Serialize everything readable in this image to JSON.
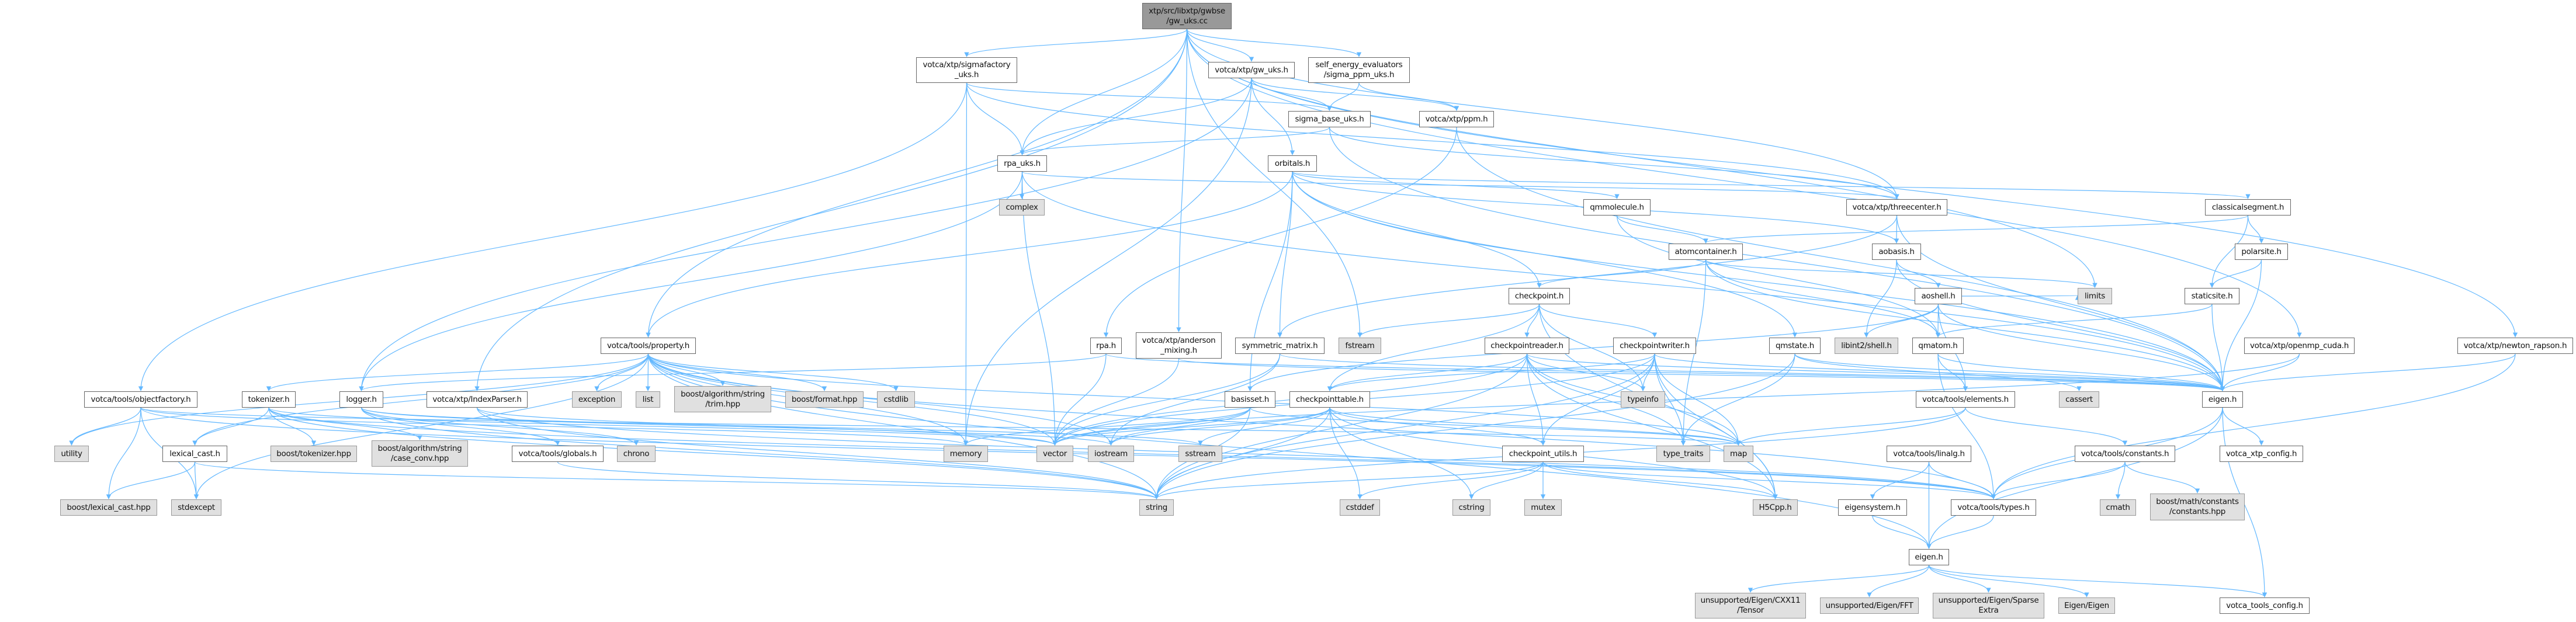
{
  "graph": {
    "edge_color": "#63b8ff",
    "root_fill": "#999999",
    "external_fill": "#e0e0e0",
    "nodes": [
      {
        "id": "root",
        "label": "xtp/src/libxtp/gwbse\n/gw_uks.cc",
        "kind": "root"
      },
      {
        "id": "sigmafactory",
        "label": "votca/xtp/sigmafactory\n_uks.h",
        "kind": "file"
      },
      {
        "id": "gw_uks_h",
        "label": "votca/xtp/gw_uks.h",
        "kind": "file"
      },
      {
        "id": "self_energy",
        "label": "self_energy_evaluators\n/sigma_ppm_uks.h",
        "kind": "file"
      },
      {
        "id": "sigma_base",
        "label": "sigma_base_uks.h",
        "kind": "file"
      },
      {
        "id": "ppm",
        "label": "votca/xtp/ppm.h",
        "kind": "file"
      },
      {
        "id": "rpa_uks",
        "label": "rpa_uks.h",
        "kind": "file"
      },
      {
        "id": "orbitals",
        "label": "orbitals.h",
        "kind": "file"
      },
      {
        "id": "complex",
        "label": "complex",
        "kind": "external"
      },
      {
        "id": "qmmolecule",
        "label": "qmmolecule.h",
        "kind": "file"
      },
      {
        "id": "threecenter",
        "label": "votca/xtp/threecenter.h",
        "kind": "file"
      },
      {
        "id": "classicalsegment",
        "label": "classicalsegment.h",
        "kind": "file"
      },
      {
        "id": "atomcontainer",
        "label": "atomcontainer.h",
        "kind": "file"
      },
      {
        "id": "aobasis",
        "label": "aobasis.h",
        "kind": "file"
      },
      {
        "id": "polarsite",
        "label": "polarsite.h",
        "kind": "file"
      },
      {
        "id": "checkpoint",
        "label": "checkpoint.h",
        "kind": "file"
      },
      {
        "id": "aoshell",
        "label": "aoshell.h",
        "kind": "file"
      },
      {
        "id": "limits",
        "label": "limits",
        "kind": "external"
      },
      {
        "id": "staticsite",
        "label": "staticsite.h",
        "kind": "file"
      },
      {
        "id": "property",
        "label": "votca/tools/property.h",
        "kind": "file"
      },
      {
        "id": "rpa",
        "label": "rpa.h",
        "kind": "file"
      },
      {
        "id": "anderson",
        "label": "votca/xtp/anderson\n_mixing.h",
        "kind": "file"
      },
      {
        "id": "symmetric_matrix",
        "label": "symmetric_matrix.h",
        "kind": "file"
      },
      {
        "id": "fstream",
        "label": "fstream",
        "kind": "external"
      },
      {
        "id": "checkpointreader",
        "label": "checkpointreader.h",
        "kind": "file"
      },
      {
        "id": "checkpointwriter",
        "label": "checkpointwriter.h",
        "kind": "file"
      },
      {
        "id": "qmstate",
        "label": "qmstate.h",
        "kind": "file"
      },
      {
        "id": "libint2",
        "label": "libint2/shell.h",
        "kind": "external"
      },
      {
        "id": "qmatom",
        "label": "qmatom.h",
        "kind": "file"
      },
      {
        "id": "openmp",
        "label": "votca/xtp/openmp_cuda.h",
        "kind": "file"
      },
      {
        "id": "newton",
        "label": "votca/xtp/newton_rapson.h",
        "kind": "file"
      },
      {
        "id": "objectfactory",
        "label": "votca/tools/objectfactory.h",
        "kind": "file"
      },
      {
        "id": "tokenizer",
        "label": "tokenizer.h",
        "kind": "file"
      },
      {
        "id": "logger",
        "label": "logger.h",
        "kind": "file"
      },
      {
        "id": "indexparser",
        "label": "votca/xtp/IndexParser.h",
        "kind": "file"
      },
      {
        "id": "exception",
        "label": "exception",
        "kind": "external"
      },
      {
        "id": "list",
        "label": "list",
        "kind": "external"
      },
      {
        "id": "trim",
        "label": "boost/algorithm/string\n/trim.hpp",
        "kind": "external"
      },
      {
        "id": "format",
        "label": "boost/format.hpp",
        "kind": "external"
      },
      {
        "id": "cstdlib",
        "label": "cstdlib",
        "kind": "external"
      },
      {
        "id": "basisset",
        "label": "basisset.h",
        "kind": "file"
      },
      {
        "id": "checkpointtable",
        "label": "checkpointtable.h",
        "kind": "file"
      },
      {
        "id": "typeinfo",
        "label": "typeinfo",
        "kind": "external"
      },
      {
        "id": "elements",
        "label": "votca/tools/elements.h",
        "kind": "file"
      },
      {
        "id": "cassert",
        "label": "cassert",
        "kind": "external"
      },
      {
        "id": "xtp_eigen",
        "label": "eigen.h",
        "kind": "file"
      },
      {
        "id": "utility",
        "label": "utility",
        "kind": "external"
      },
      {
        "id": "lexical_cast",
        "label": "lexical_cast.h",
        "kind": "file"
      },
      {
        "id": "boost_tokenizer",
        "label": "boost/tokenizer.hpp",
        "kind": "external"
      },
      {
        "id": "case_conv",
        "label": "boost/algorithm/string\n/case_conv.hpp",
        "kind": "external"
      },
      {
        "id": "globals",
        "label": "votca/tools/globals.h",
        "kind": "file"
      },
      {
        "id": "chrono",
        "label": "chrono",
        "kind": "external"
      },
      {
        "id": "memory",
        "label": "memory",
        "kind": "external"
      },
      {
        "id": "vector",
        "label": "vector",
        "kind": "external"
      },
      {
        "id": "iostream",
        "label": "iostream",
        "kind": "external"
      },
      {
        "id": "sstream",
        "label": "sstream",
        "kind": "external"
      },
      {
        "id": "checkpoint_utils",
        "label": "checkpoint_utils.h",
        "kind": "file"
      },
      {
        "id": "type_traits",
        "label": "type_traits",
        "kind": "external"
      },
      {
        "id": "map",
        "label": "map",
        "kind": "external"
      },
      {
        "id": "linalg",
        "label": "votca/tools/linalg.h",
        "kind": "file"
      },
      {
        "id": "constants",
        "label": "votca/tools/constants.h",
        "kind": "file"
      },
      {
        "id": "xtp_config",
        "label": "votca_xtp_config.h",
        "kind": "file"
      },
      {
        "id": "boost_lexical",
        "label": "boost/lexical_cast.hpp",
        "kind": "external"
      },
      {
        "id": "stdexcept",
        "label": "stdexcept",
        "kind": "external"
      },
      {
        "id": "string",
        "label": "string",
        "kind": "external"
      },
      {
        "id": "cstddef",
        "label": "cstddef",
        "kind": "external"
      },
      {
        "id": "cstring",
        "label": "cstring",
        "kind": "external"
      },
      {
        "id": "mutex",
        "label": "mutex",
        "kind": "external"
      },
      {
        "id": "h5cpp",
        "label": "H5Cpp.h",
        "kind": "external"
      },
      {
        "id": "eigensystem",
        "label": "eigensystem.h",
        "kind": "file"
      },
      {
        "id": "types",
        "label": "votca/tools/types.h",
        "kind": "file"
      },
      {
        "id": "cmath",
        "label": "cmath",
        "kind": "external"
      },
      {
        "id": "boost_math",
        "label": "boost/math/constants\n/constants.hpp",
        "kind": "external"
      },
      {
        "id": "tools_eigen",
        "label": "eigen.h",
        "kind": "file"
      },
      {
        "id": "tensor",
        "label": "unsupported/Eigen/CXX11\n/Tensor",
        "kind": "external"
      },
      {
        "id": "fft",
        "label": "unsupported/Eigen/FFT",
        "kind": "external"
      },
      {
        "id": "sparse",
        "label": "unsupported/Eigen/Sparse\nExtra",
        "kind": "external"
      },
      {
        "id": "eigen_eigen",
        "label": "Eigen/Eigen",
        "kind": "external"
      },
      {
        "id": "tools_config",
        "label": "votca_tools_config.h",
        "kind": "file"
      }
    ],
    "edges": [
      [
        "root",
        "sigmafactory"
      ],
      [
        "root",
        "gw_uks_h"
      ],
      [
        "root",
        "self_energy"
      ],
      [
        "root",
        "rpa_uks"
      ],
      [
        "root",
        "indexparser"
      ],
      [
        "root",
        "anderson"
      ],
      [
        "root",
        "fstream"
      ],
      [
        "root",
        "limits"
      ],
      [
        "root",
        "openmp"
      ],
      [
        "root",
        "newton"
      ],
      [
        "root",
        "threecenter"
      ],
      [
        "root",
        "property"
      ],
      [
        "sigmafactory",
        "sigma_base"
      ],
      [
        "sigmafactory",
        "rpa_uks"
      ],
      [
        "sigmafactory",
        "objectfactory"
      ],
      [
        "sigmafactory",
        "memory"
      ],
      [
        "sigmafactory",
        "threecenter"
      ],
      [
        "gw_uks_h",
        "sigma_base"
      ],
      [
        "gw_uks_h",
        "rpa_uks"
      ],
      [
        "gw_uks_h",
        "orbitals"
      ],
      [
        "gw_uks_h",
        "logger"
      ],
      [
        "gw_uks_h",
        "memory"
      ],
      [
        "gw_uks_h",
        "ppm"
      ],
      [
        "self_energy",
        "sigma_base"
      ],
      [
        "self_energy",
        "ppm"
      ],
      [
        "sigma_base",
        "rpa_uks"
      ],
      [
        "sigma_base",
        "threecenter"
      ],
      [
        "sigma_base",
        "xtp_eigen"
      ],
      [
        "ppm",
        "rpa"
      ],
      [
        "ppm",
        "xtp_eigen"
      ],
      [
        "rpa_uks",
        "complex"
      ],
      [
        "rpa_uks",
        "xtp_eigen"
      ],
      [
        "rpa_uks",
        "threecenter"
      ],
      [
        "rpa_uks",
        "logger"
      ],
      [
        "rpa_uks",
        "vector"
      ],
      [
        "orbitals",
        "checkpoint"
      ],
      [
        "orbitals",
        "qmmolecule"
      ],
      [
        "orbitals",
        "basisset"
      ],
      [
        "orbitals",
        "qmstate"
      ],
      [
        "orbitals",
        "aobasis"
      ],
      [
        "orbitals",
        "classicalsegment"
      ],
      [
        "orbitals",
        "xtp_eigen"
      ],
      [
        "orbitals",
        "property"
      ],
      [
        "orbitals",
        "symmetric_matrix"
      ],
      [
        "qmmolecule",
        "atomcontainer"
      ],
      [
        "qmmolecule",
        "qmatom"
      ],
      [
        "atomcontainer",
        "checkpoint"
      ],
      [
        "atomcontainer",
        "qmatom"
      ],
      [
        "atomcontainer",
        "limits"
      ],
      [
        "atomcontainer",
        "xtp_eigen"
      ],
      [
        "atomcontainer",
        "type_traits"
      ],
      [
        "checkpoint",
        "checkpointreader"
      ],
      [
        "checkpoint",
        "checkpointwriter"
      ],
      [
        "checkpoint",
        "checkpointtable"
      ],
      [
        "checkpoint",
        "fstream"
      ],
      [
        "checkpoint",
        "h5cpp"
      ],
      [
        "checkpoint",
        "typeinfo"
      ],
      [
        "checkpointreader",
        "checkpoint_utils"
      ],
      [
        "checkpointreader",
        "checkpointtable"
      ],
      [
        "checkpointreader",
        "h5cpp"
      ],
      [
        "checkpointreader",
        "typeinfo"
      ],
      [
        "checkpointreader",
        "map"
      ],
      [
        "checkpointreader",
        "vector"
      ],
      [
        "checkpointreader",
        "string"
      ],
      [
        "checkpointreader",
        "type_traits"
      ],
      [
        "checkpointreader",
        "xtp_eigen"
      ],
      [
        "checkpointwriter",
        "checkpoint_utils"
      ],
      [
        "checkpointwriter",
        "checkpointtable"
      ],
      [
        "checkpointwriter",
        "h5cpp"
      ],
      [
        "checkpointwriter",
        "typeinfo"
      ],
      [
        "checkpointwriter",
        "map"
      ],
      [
        "checkpointwriter",
        "vector"
      ],
      [
        "checkpointwriter",
        "string"
      ],
      [
        "checkpointwriter",
        "type_traits"
      ],
      [
        "checkpointwriter",
        "xtp_eigen"
      ],
      [
        "checkpointtable",
        "checkpoint_utils"
      ],
      [
        "checkpointtable",
        "cstddef"
      ],
      [
        "checkpointtable",
        "cstring"
      ],
      [
        "checkpointtable",
        "string"
      ],
      [
        "checkpointtable",
        "sstream"
      ],
      [
        "checkpointtable",
        "vector"
      ],
      [
        "checkpointtable",
        "iostream"
      ],
      [
        "checkpointtable",
        "h5cpp"
      ],
      [
        "checkpointtable",
        "map"
      ],
      [
        "checkpoint_utils",
        "cstring"
      ],
      [
        "checkpoint_utils",
        "mutex"
      ],
      [
        "checkpoint_utils",
        "h5cpp"
      ],
      [
        "checkpoint_utils",
        "string"
      ],
      [
        "checkpoint_utils",
        "types"
      ],
      [
        "checkpoint_utils",
        "cstddef"
      ],
      [
        "threecenter",
        "aobasis"
      ],
      [
        "threecenter",
        "symmetric_matrix"
      ],
      [
        "threecenter",
        "xtp_eigen"
      ],
      [
        "aobasis",
        "aoshell"
      ],
      [
        "aobasis",
        "libint2"
      ],
      [
        "aobasis",
        "xtp_eigen"
      ],
      [
        "aoshell",
        "libint2"
      ],
      [
        "aoshell",
        "qmatom"
      ],
      [
        "aoshell",
        "basisset"
      ],
      [
        "aoshell",
        "elements"
      ],
      [
        "aoshell",
        "xtp_eigen"
      ],
      [
        "aoshell",
        "limits"
      ],
      [
        "qmatom",
        "elements"
      ],
      [
        "qmatom",
        "types"
      ],
      [
        "qmatom",
        "xtp_eigen"
      ],
      [
        "classicalsegment",
        "atomcontainer"
      ],
      [
        "classicalsegment",
        "polarsite"
      ],
      [
        "classicalsegment",
        "staticsite"
      ],
      [
        "polarsite",
        "staticsite"
      ],
      [
        "polarsite",
        "xtp_eigen"
      ],
      [
        "staticsite",
        "qmatom"
      ],
      [
        "staticsite",
        "xtp_eigen"
      ],
      [
        "xtp_eigen",
        "xtp_config"
      ],
      [
        "xtp_eigen",
        "tools_eigen"
      ],
      [
        "xtp_eigen",
        "tools_config"
      ],
      [
        "xtp_eigen",
        "types"
      ],
      [
        "elements",
        "constants"
      ],
      [
        "elements",
        "map"
      ],
      [
        "elements",
        "string"
      ],
      [
        "constants",
        "cmath"
      ],
      [
        "constants",
        "boost_math"
      ],
      [
        "constants",
        "types"
      ],
      [
        "linalg",
        "eigensystem"
      ],
      [
        "linalg",
        "tools_eigen"
      ],
      [
        "linalg",
        "types"
      ],
      [
        "eigensystem",
        "tools_eigen"
      ],
      [
        "types",
        "tools_eigen"
      ],
      [
        "tools_eigen",
        "fft"
      ],
      [
        "tools_eigen",
        "sparse"
      ],
      [
        "tools_eigen",
        "tensor"
      ],
      [
        "tools_eigen",
        "eigen_eigen"
      ],
      [
        "tools_eigen",
        "tools_config"
      ],
      [
        "property",
        "exception"
      ],
      [
        "property",
        "list"
      ],
      [
        "property",
        "trim"
      ],
      [
        "property",
        "format"
      ],
      [
        "property",
        "cstdlib"
      ],
      [
        "property",
        "tokenizer"
      ],
      [
        "property",
        "lexical_cast"
      ],
      [
        "property",
        "memory"
      ],
      [
        "property",
        "map"
      ],
      [
        "property",
        "string"
      ],
      [
        "property",
        "vector"
      ],
      [
        "property",
        "iostream"
      ],
      [
        "property",
        "stdexcept"
      ],
      [
        "property",
        "utility"
      ],
      [
        "property",
        "types"
      ],
      [
        "property",
        "tools_eigen"
      ],
      [
        "objectfactory",
        "utility"
      ],
      [
        "objectfactory",
        "boost_lexical"
      ],
      [
        "objectfactory",
        "stdexcept"
      ],
      [
        "objectfactory",
        "map"
      ],
      [
        "objectfactory",
        "memory"
      ],
      [
        "objectfactory",
        "types"
      ],
      [
        "tokenizer",
        "lexical_cast"
      ],
      [
        "tokenizer",
        "boost_tokenizer"
      ],
      [
        "tokenizer",
        "case_conv"
      ],
      [
        "tokenizer",
        "string"
      ],
      [
        "tokenizer",
        "vector"
      ],
      [
        "tokenizer",
        "types"
      ],
      [
        "lexical_cast",
        "boost_lexical"
      ],
      [
        "lexical_cast",
        "stdexcept"
      ],
      [
        "lexical_cast",
        "string"
      ],
      [
        "logger",
        "globals"
      ],
      [
        "logger",
        "chrono"
      ],
      [
        "logger",
        "iostream"
      ],
      [
        "logger",
        "sstream"
      ],
      [
        "logger",
        "string"
      ],
      [
        "indexparser",
        "string"
      ],
      [
        "indexparser",
        "vector"
      ],
      [
        "indexparser",
        "types"
      ],
      [
        "globals",
        "string"
      ],
      [
        "symmetric_matrix",
        "xtp_eigen"
      ],
      [
        "symmetric_matrix",
        "iostream"
      ],
      [
        "symmetric_matrix",
        "vector"
      ],
      [
        "basisset",
        "vector"
      ],
      [
        "basisset",
        "iostream"
      ],
      [
        "basisset",
        "string"
      ],
      [
        "basisset",
        "map"
      ],
      [
        "basisset",
        "memory"
      ],
      [
        "anderson",
        "vector"
      ],
      [
        "anderson",
        "xtp_eigen"
      ],
      [
        "rpa",
        "vector"
      ],
      [
        "rpa",
        "logger"
      ],
      [
        "rpa",
        "xtp_eigen"
      ],
      [
        "qmstate",
        "string"
      ],
      [
        "qmstate",
        "type_traits"
      ],
      [
        "qmstate",
        "xtp_eigen"
      ],
      [
        "qmstate",
        "cassert"
      ],
      [
        "openmp",
        "xtp_eigen"
      ],
      [
        "openmp",
        "vector"
      ],
      [
        "newton",
        "xtp_eigen"
      ],
      [
        "newton",
        "types"
      ]
    ]
  }
}
